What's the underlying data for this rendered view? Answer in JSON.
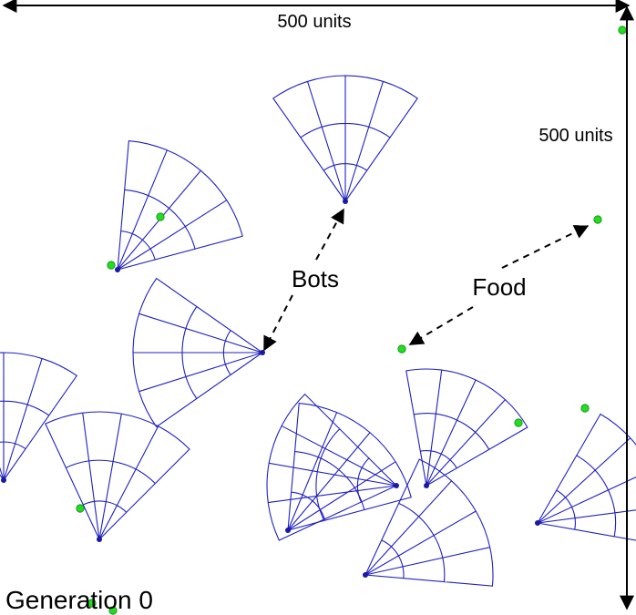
{
  "dimensions": {
    "width_label": "500 units",
    "height_label": "500 units"
  },
  "callouts": {
    "bots_label": "Bots",
    "food_label": "Food"
  },
  "generation_label": "Generation 0",
  "colors": {
    "bot": "#2020c0",
    "food": "#22dd22",
    "food_stroke": "#118811",
    "arrow": "#000000"
  }
}
